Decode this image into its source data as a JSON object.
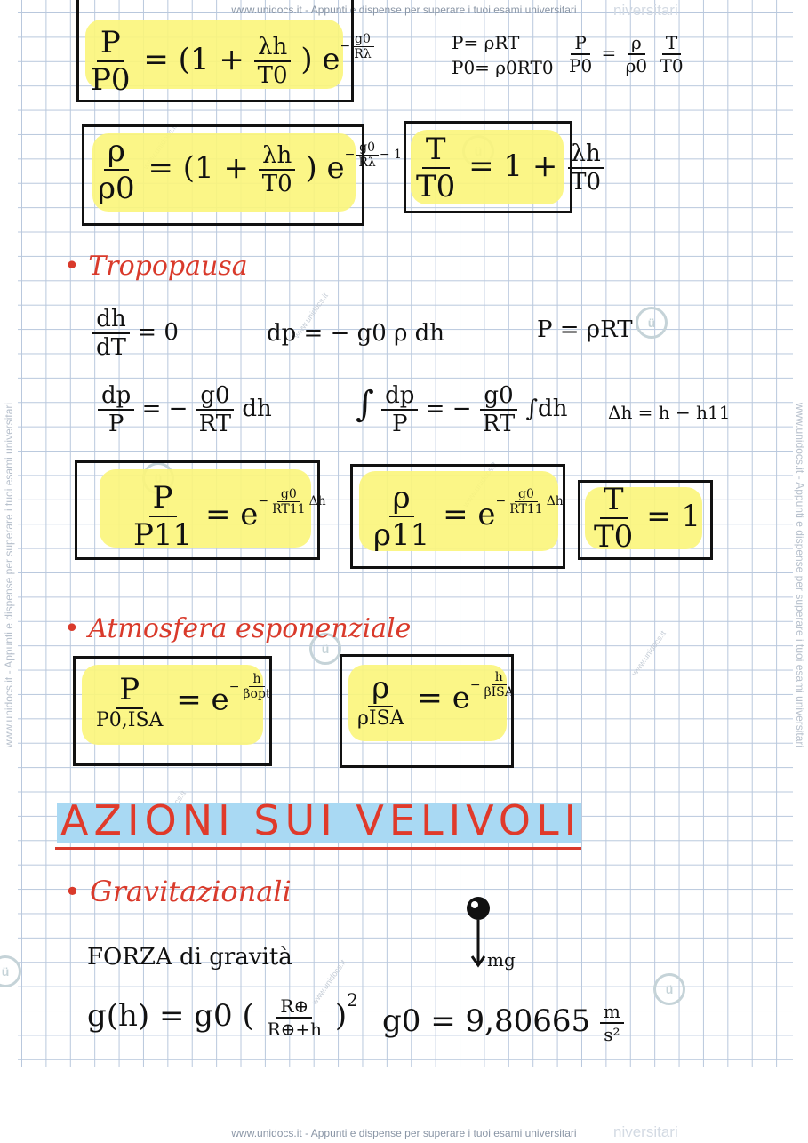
{
  "watermark": {
    "text": "www.unidocs.it - Appunti e dispense per superare i tuoi esami universitari",
    "site": "www.unidocs.it",
    "ghost_right": "niversitari"
  },
  "formulas": {
    "f1": {
      "lhs_num": "P",
      "lhs_den": "P0",
      "open": "= (1 +",
      "frac_num": "λh",
      "frac_den": "T0",
      "close": ") e",
      "exp_sign": "−",
      "exp_num": "g0",
      "exp_den": "Rλ"
    },
    "f2": {
      "line1": "P= ρRT",
      "line2": "P0= ρ0RT0",
      "lhs_num": "P",
      "lhs_den": "P0",
      "eq": "=",
      "r1_num": "ρ",
      "r1_den": "ρ0",
      "r2_num": "T",
      "r2_den": "T0"
    },
    "f3": {
      "lhs_num": "ρ",
      "lhs_den": "ρ0",
      "open": "= (1 +",
      "frac_num": "λh",
      "frac_den": "T0",
      "close": ") e",
      "exp_sign": "−",
      "exp_num": "g0",
      "exp_den": "Rλ",
      "exp_tail": "− 1"
    },
    "f4": {
      "lhs_num": "T",
      "lhs_den": "T0",
      "rhs": "= 1 +",
      "frac_num": "λh",
      "frac_den": "T0"
    }
  },
  "sections": {
    "tropopausa": "• Tropopausa",
    "atmosfera": "• Atmosfera esponenziale",
    "title": "AZIONI SUI VELIVOLI",
    "gravitazionali": "• Gravitazionali"
  },
  "tropo": {
    "a_num": "dh",
    "a_den": "dT",
    "a_rhs": "= 0",
    "b": "dp = − g0 ρ dh",
    "c": "P = ρRT",
    "d_num": "dp",
    "d_den": "P",
    "d_mid": "= −",
    "d_f_num": "g0",
    "d_f_den": "RT",
    "d_tail": "dh",
    "e_int": "∫",
    "e_num": "dp",
    "e_den": "P",
    "e_mid": "= −",
    "e_f_num": "g0",
    "e_f_den": "RT",
    "e_tail": "∫dh",
    "f": "Δh = h − h11",
    "g_lhs_num": "P",
    "g_lhs_den": "P11",
    "g_rhs": "= e",
    "g_exp_sign": "−",
    "g_exp_num": "g0",
    "g_exp_den": "RT11",
    "g_exp_tail": "Δh",
    "h_lhs_num": "ρ",
    "h_lhs_den": "ρ11",
    "h_rhs": "= e",
    "h_exp_sign": "−",
    "h_exp_num": "g0",
    "h_exp_den": "RT11",
    "h_exp_tail": "Δh",
    "i_lhs_num": "T",
    "i_lhs_den": "T0",
    "i_rhs": "= 1"
  },
  "expo": {
    "a_lhs_num": "P",
    "a_lhs_den": "P0,ISA",
    "a_rhs": "= e",
    "a_exp_sign": "−",
    "a_exp_num": "h",
    "a_exp_den": "βopt",
    "b_lhs_num": "ρ",
    "b_lhs_den": "ρISA",
    "b_rhs": "= e",
    "b_exp_sign": "−",
    "b_exp_num": "h",
    "b_exp_den": "βISA"
  },
  "grav": {
    "forza": "FORZA di gravità",
    "mg": "mg",
    "g_lhs": "g(h) = g0 (",
    "g_num": "R⊕",
    "g_den": "R⊕+h",
    "g_close": ")",
    "g_pow": "2",
    "g0": "g0 = 9,80665",
    "unit_num": "m",
    "unit_den": "s²"
  }
}
